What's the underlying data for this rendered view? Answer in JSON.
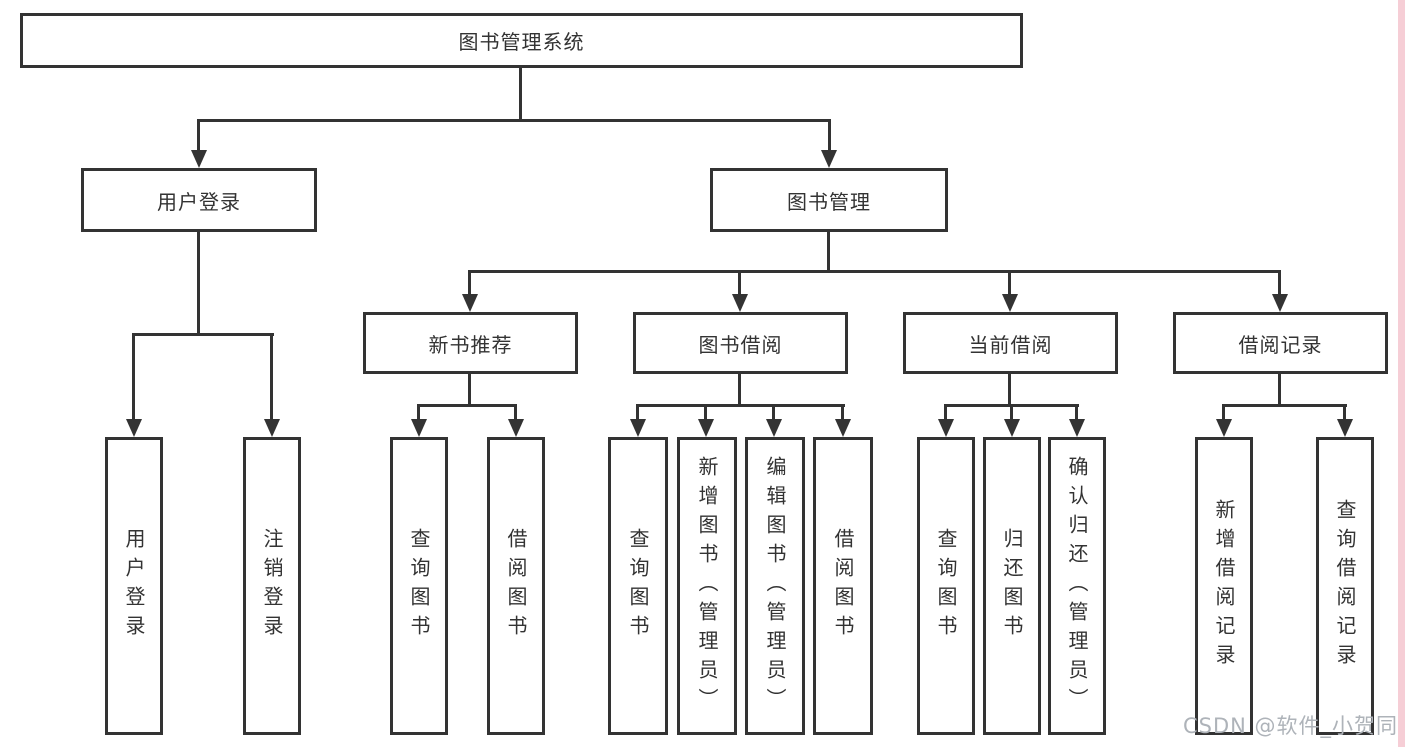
{
  "diagram": {
    "root": {
      "label": "图书管理系统"
    },
    "level2": [
      {
        "label": "用户登录"
      },
      {
        "label": "图书管理"
      }
    ],
    "level3": [
      {
        "label": "新书推荐"
      },
      {
        "label": "图书借阅"
      },
      {
        "label": "当前借阅"
      },
      {
        "label": "借阅记录"
      }
    ],
    "leaves": [
      {
        "label": "用户登录"
      },
      {
        "label": "注销登录"
      },
      {
        "label": "查询图书"
      },
      {
        "label": "借阅图书"
      },
      {
        "label": "查询图书"
      },
      {
        "label": "新增图书（管理员）"
      },
      {
        "label": "编辑图书（管理员）"
      },
      {
        "label": "借阅图书"
      },
      {
        "label": "查询图书"
      },
      {
        "label": "归还图书"
      },
      {
        "label": "确认归还（管理员）"
      },
      {
        "label": "新增借阅记录"
      },
      {
        "label": "查询借阅记录"
      }
    ]
  },
  "watermark": {
    "text": "CSDN @软件_小贺同学"
  },
  "colors": {
    "line": "#333333",
    "border": "#333333",
    "text": "#333333",
    "watermark_text": "#aeb3b9",
    "accent_strip": "#f6ced6",
    "background": "#ffffff"
  }
}
